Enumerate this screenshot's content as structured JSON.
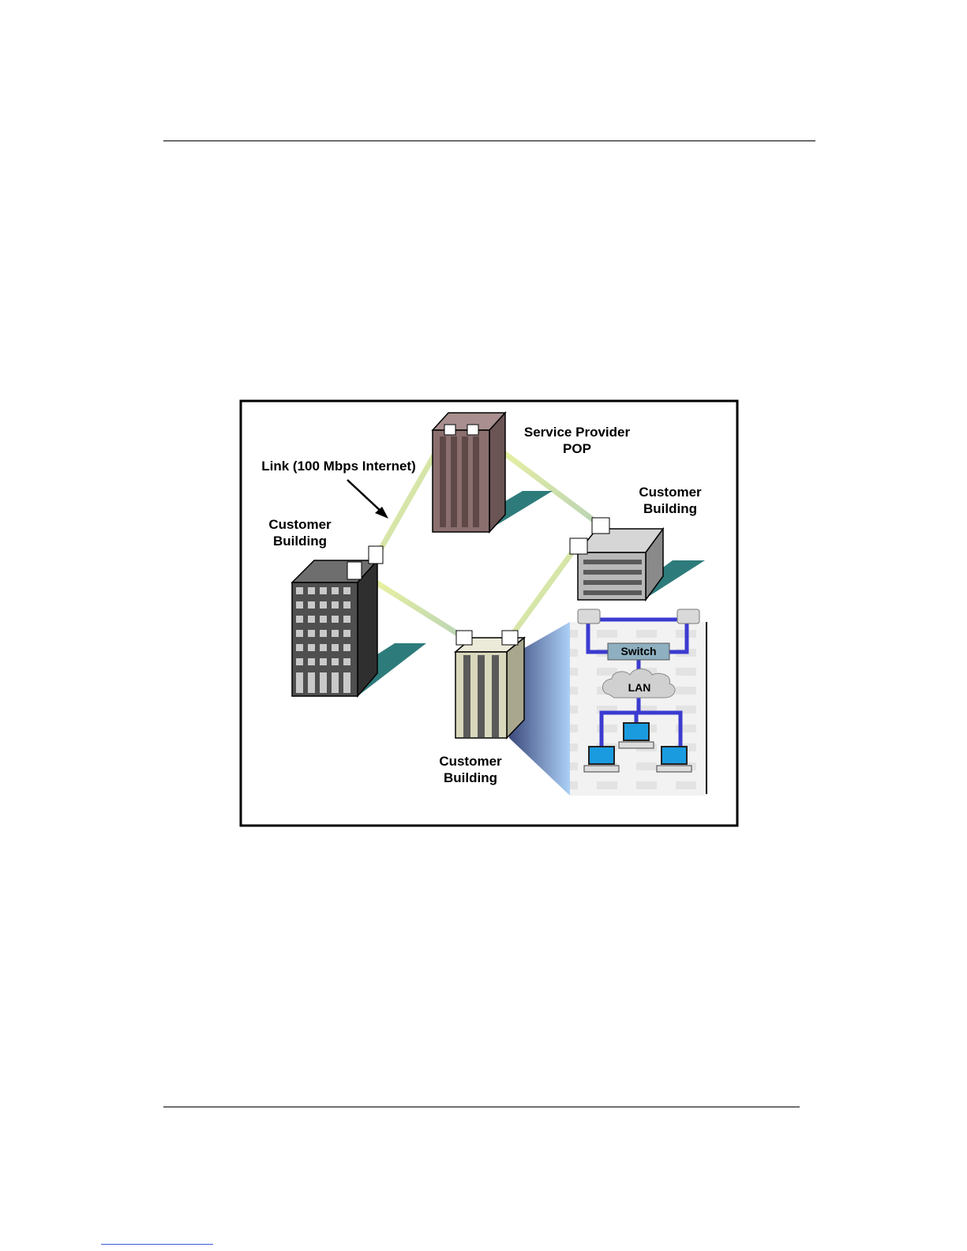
{
  "figure": {
    "labels": {
      "pop_line1": "Service Provider",
      "pop_line2": "POP",
      "link_label": "Link (100 Mbps Internet)",
      "left_building_line1": "Customer",
      "left_building_line2": "Building",
      "right_building_line1": "Customer",
      "right_building_line2": "Building",
      "bottom_building_line1": "Customer",
      "bottom_building_line2": "Building",
      "switch": "Switch",
      "lan": "LAN"
    },
    "colors": {
      "link": "#eef59a",
      "shadow": "#2e7b7b",
      "pop_building": "#8b6f6f",
      "left_building": "#4f4f4f",
      "right_building": "#b9b9b9",
      "bottom_building": "#d9d8bd",
      "lan_cable": "#3b3bd0",
      "switch": "#8fb0c0"
    }
  }
}
